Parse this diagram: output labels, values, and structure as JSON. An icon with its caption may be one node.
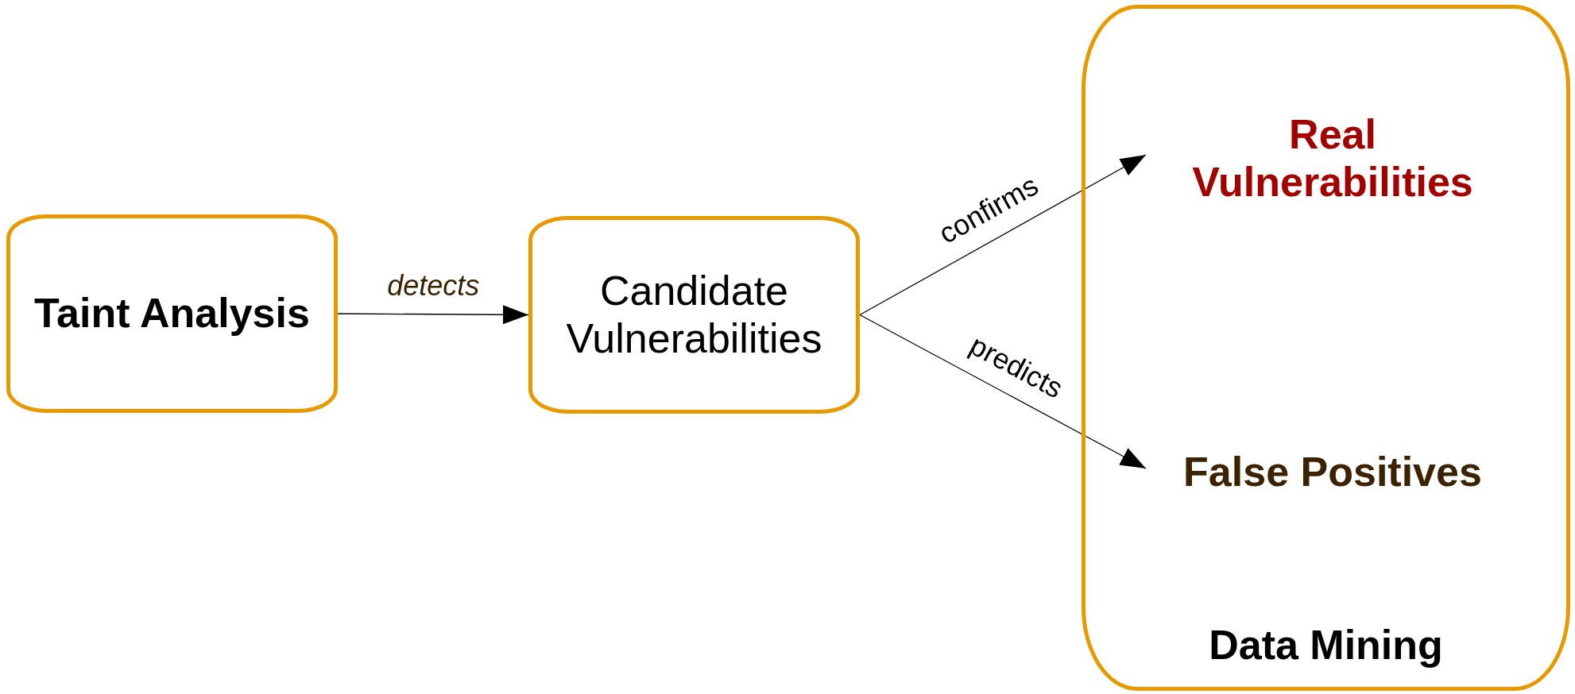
{
  "diagram": {
    "nodes": [
      {
        "text": [
          "Taint Analysis"
        ]
      },
      {
        "text": [
          "Candidate Vulnerabilities"
        ]
      },
      {
        "text": [
          "Data Mining"
        ]
      },
      {
        "text": [
          "Real Vulnerabilities"
        ],
        "in": 2
      },
      {
        "text": [
          "False Positives"
        ],
        "in": 2
      }
    ],
    "edges": [
      {
        "from": 0,
        "to": 1,
        "arrow": "to",
        "label": "detects"
      },
      {
        "from": 1,
        "to": 3,
        "arrow": "to",
        "label": "confirms"
      },
      {
        "from": 1,
        "to": 4,
        "arrow": "to",
        "label": "predicts"
      }
    ]
  }
}
